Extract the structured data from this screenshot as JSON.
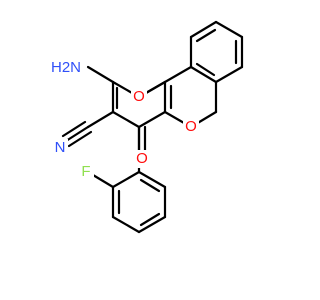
{
  "molecule": {
    "atoms": {
      "nh2_label": "H2N",
      "ring_o_label": "O",
      "lactone_o_label": "O",
      "carbonyl_o_label": "O",
      "nitrile_n_label": "N",
      "fluorine_label": "F"
    },
    "colors": {
      "nitrogen": "#3050F8",
      "oxygen": "#FF0D0D",
      "fluorine": "#90E050",
      "bond": "#000000"
    }
  }
}
